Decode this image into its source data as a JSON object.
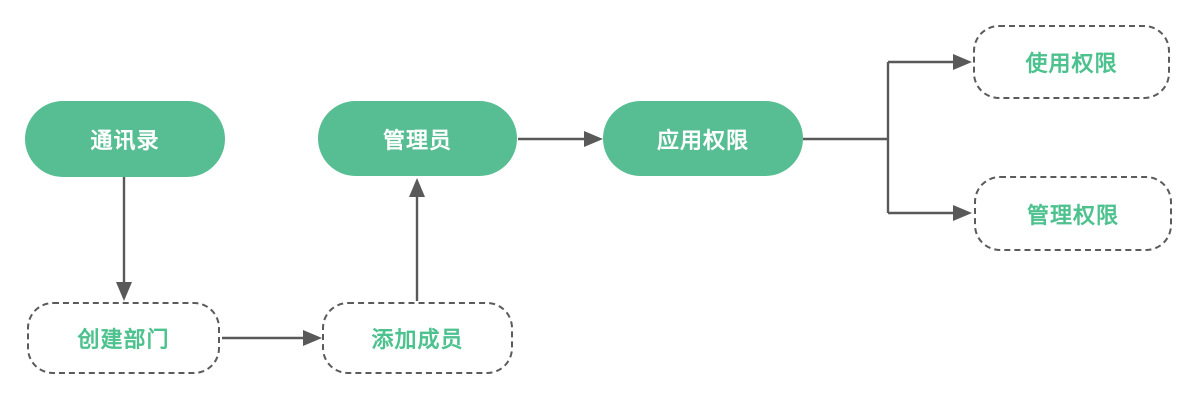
{
  "diagram": {
    "type": "flowchart",
    "colors": {
      "node_fill": "#57bd93",
      "node_text": "#ffffff",
      "dashed_text": "#4dc28e",
      "dashed_border": "#5b5b5b",
      "line": "#595959",
      "background": "#ffffff"
    },
    "nodes": [
      {
        "id": "contacts",
        "label": "通讯录",
        "style": "solid-pill"
      },
      {
        "id": "admin",
        "label": "管理员",
        "style": "solid-pill"
      },
      {
        "id": "app-permission",
        "label": "应用权限",
        "style": "solid-pill"
      },
      {
        "id": "create-department",
        "label": "创建部门",
        "style": "dashed-box"
      },
      {
        "id": "add-member",
        "label": "添加成员",
        "style": "dashed-box"
      },
      {
        "id": "use-permission",
        "label": "使用权限",
        "style": "dashed-box"
      },
      {
        "id": "manage-permission",
        "label": "管理权限",
        "style": "dashed-box"
      }
    ],
    "edges": [
      {
        "from": "通讯录",
        "to": "创建部门",
        "direction": "down"
      },
      {
        "from": "创建部门",
        "to": "添加成员",
        "direction": "right"
      },
      {
        "from": "添加成员",
        "to": "管理员",
        "direction": "up"
      },
      {
        "from": "管理员",
        "to": "应用权限",
        "direction": "right"
      },
      {
        "from": "应用权限",
        "to": "使用权限",
        "direction": "right-branch-up"
      },
      {
        "from": "应用权限",
        "to": "管理权限",
        "direction": "right-branch-down"
      }
    ]
  }
}
